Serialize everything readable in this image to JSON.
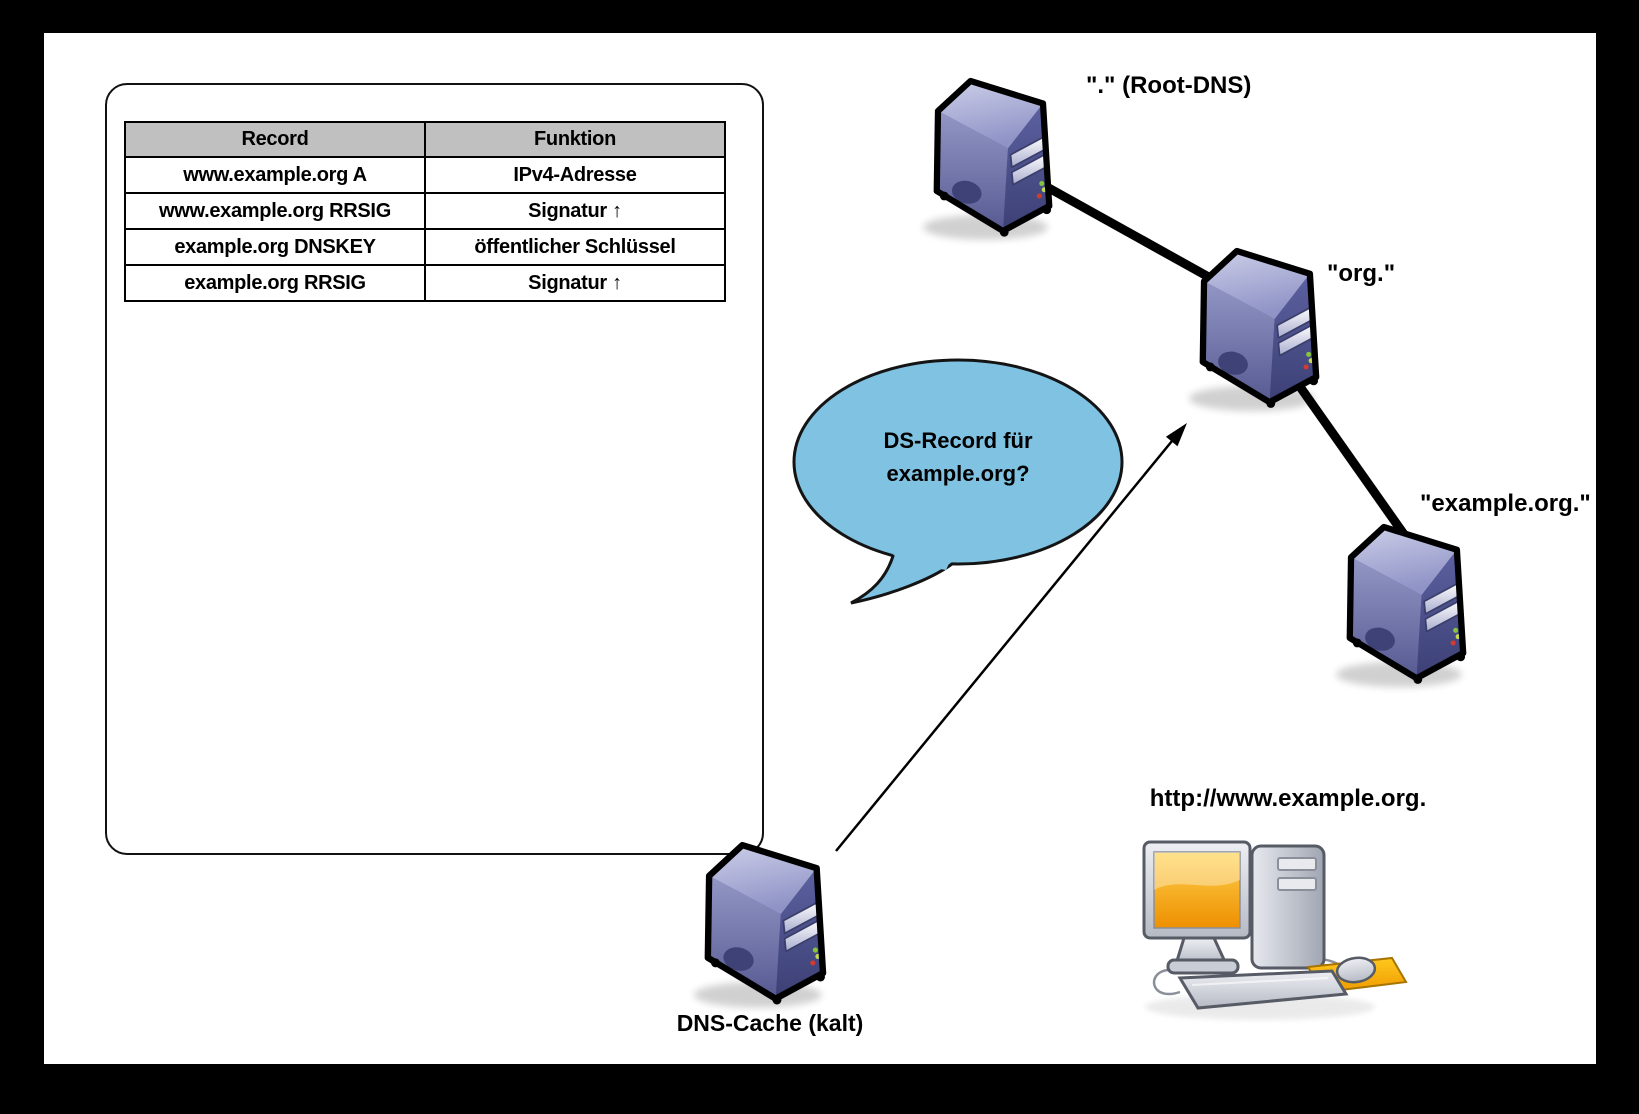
{
  "record_table": {
    "headers": [
      "Record",
      "Funktion"
    ],
    "rows": [
      [
        "www.example.org A",
        "IPv4-Adresse"
      ],
      [
        "www.example.org RRSIG",
        "Signatur ↑"
      ],
      [
        "example.org DNSKEY",
        "öffentlicher Schlüssel"
      ],
      [
        "example.org RRSIG",
        "Signatur ↑"
      ]
    ]
  },
  "speech_bubble": {
    "line1": "DS-Record für",
    "line2": "example.org?"
  },
  "labels": {
    "root_dns": "\".\" (Root-DNS)",
    "org": "\"org.\"",
    "example_org": "\"example.org.\"",
    "dns_cache": "DNS-Cache (kalt)",
    "client_url": "http://www.example.org."
  },
  "icons": {
    "root_dns_server": "server-tower-icon",
    "org_server": "server-tower-icon",
    "example_org_server": "server-tower-icon",
    "dns_cache_server": "server-tower-icon",
    "client_computer": "desktop-computer-icon",
    "query_arrow": "arrow-up-right-icon",
    "speech_bubble": "speech-bubble"
  },
  "colors": {
    "frame_bg": "#000000",
    "canvas_bg": "#ffffff",
    "table_header_bg": "#c0c0c0",
    "bubble_fill": "#7fc2e2",
    "server_front": "#565a92",
    "server_top": "#b4b7dc",
    "server_side": "#42467c",
    "screen_orange": "#f9a900",
    "mousepad_yellow": "#ffc400",
    "line_color": "#000000"
  }
}
